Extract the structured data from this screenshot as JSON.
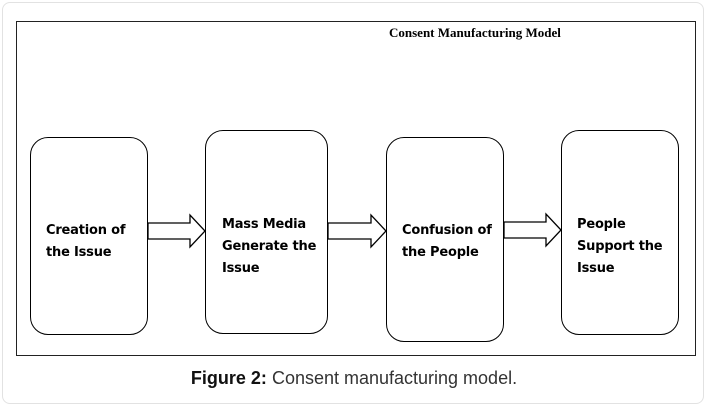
{
  "diagram": {
    "title": "Consent Manufacturing Model",
    "nodes": [
      {
        "id": "creation",
        "label": "Creation of\nthe Issue"
      },
      {
        "id": "mass-media",
        "label": "Mass Media\nGenerate the\nIssue"
      },
      {
        "id": "confusion",
        "label": "Confusion of\nthe People"
      },
      {
        "id": "people-support",
        "label": "People\nSupport the\nIssue"
      }
    ],
    "edges": [
      {
        "from": "creation",
        "to": "mass-media"
      },
      {
        "from": "mass-media",
        "to": "confusion"
      },
      {
        "from": "confusion",
        "to": "people-support"
      }
    ]
  },
  "caption": {
    "prefix": "Figure 2:",
    "text": " Consent manufacturing model."
  }
}
